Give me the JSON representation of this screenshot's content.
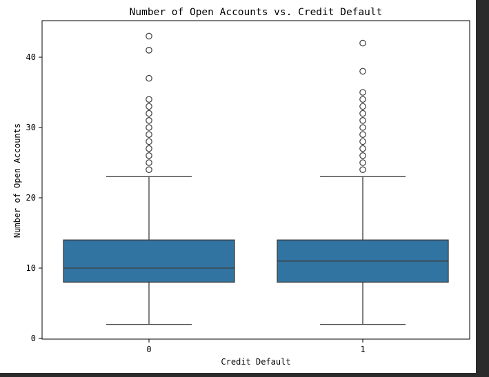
{
  "chart_data": {
    "type": "box",
    "title": "Number of Open Accounts vs. Credit Default",
    "xlabel": "Credit Default",
    "ylabel": "Number of Open Accounts",
    "categories": [
      "0",
      "1"
    ],
    "ylim": [
      -0.5,
      45
    ],
    "yticks": [
      0,
      10,
      20,
      30,
      40
    ],
    "grid": false,
    "colors": {
      "box_fill": "#3274a1",
      "line": "#3c3c3c"
    },
    "boxes": [
      {
        "category": "0",
        "whisker_low": 2,
        "q1": 8,
        "median": 10,
        "q3": 14,
        "whisker_high": 23,
        "outliers": [
          24,
          25,
          26,
          27,
          28,
          29,
          30,
          31,
          32,
          33,
          34,
          37,
          41,
          43
        ]
      },
      {
        "category": "1",
        "whisker_low": 2,
        "q1": 8,
        "median": 11,
        "q3": 14,
        "whisker_high": 23,
        "outliers": [
          24,
          25,
          26,
          27,
          28,
          29,
          30,
          31,
          32,
          33,
          34,
          35,
          38,
          42
        ]
      }
    ]
  }
}
